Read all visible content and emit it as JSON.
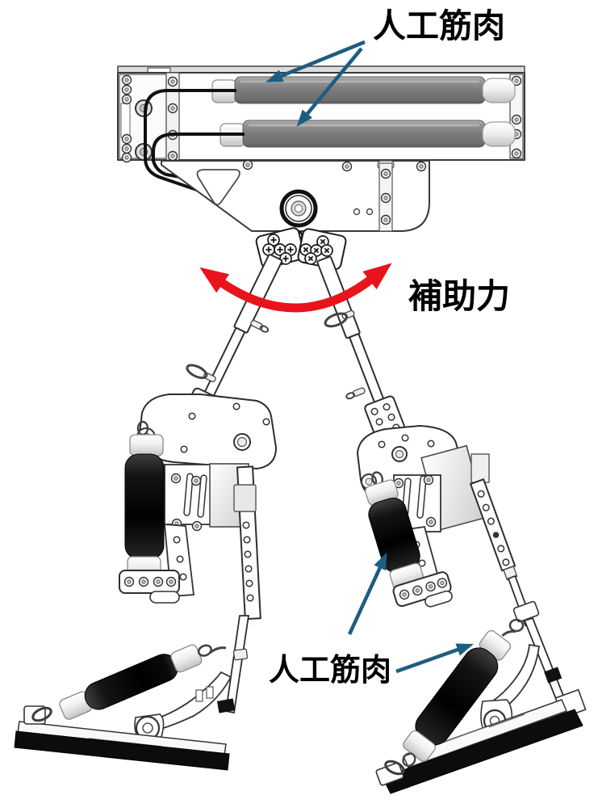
{
  "figure": {
    "kind": "annotated engineering diagram",
    "subject": "bipedal lower-limb robot with pneumatic artificial muscles",
    "labels": {
      "muscle_top": "人工筋肉",
      "assist_force": "補助力",
      "muscle_bottom": "人工筋肉"
    },
    "annotations": [
      {
        "label": "人工筋肉",
        "arrow_color": "#1d5d80",
        "points_to": [
          "upper hip muscle cylinder",
          "lower hip muscle cylinder"
        ]
      },
      {
        "label": "補助力",
        "arrow_color": "#e8131b",
        "type": "curved double-headed swing arrow between the two thigh rods"
      },
      {
        "label": "人工筋肉",
        "arrow_color": "#1d5d80",
        "points_to": [
          "right knee muscle cylinder",
          "right foot muscle cylinder"
        ]
      }
    ],
    "colors": {
      "background": "#ffffff",
      "text": "#000000",
      "callout_arrow": "#1d5d80",
      "motion_arrow": "#e8131b",
      "muscle_gray": "#7d7d7d",
      "muscle_black": "#0d0d0d",
      "outline": "#333333"
    }
  }
}
